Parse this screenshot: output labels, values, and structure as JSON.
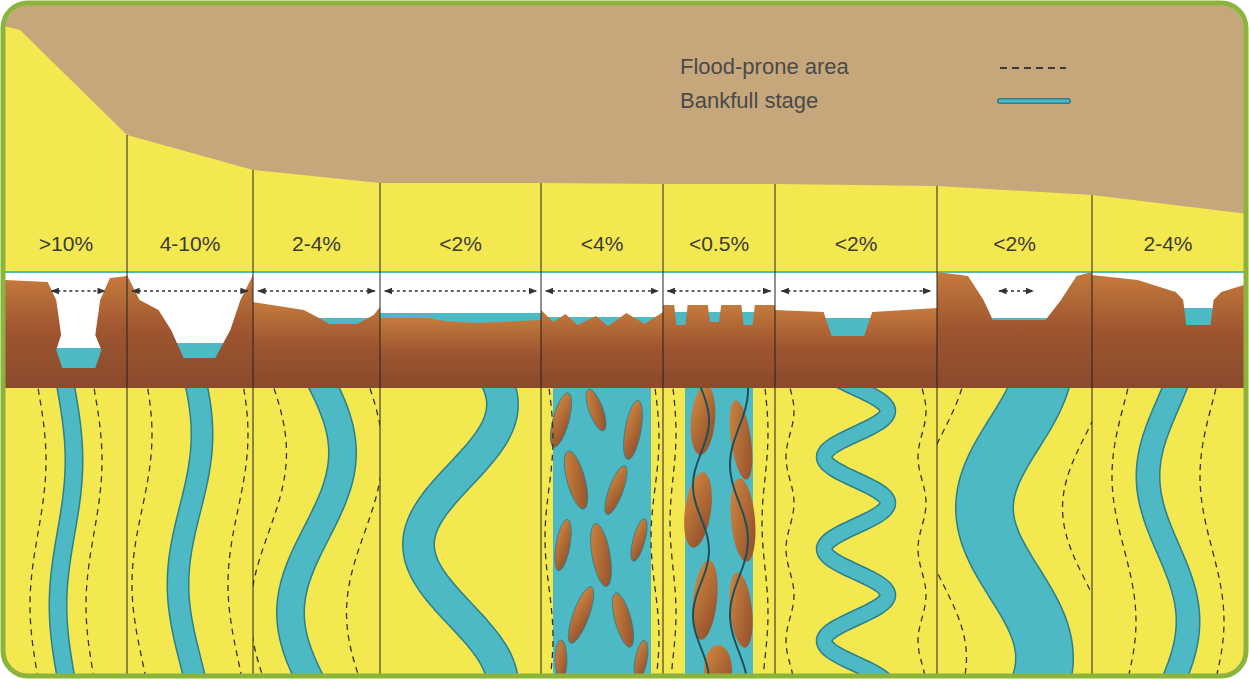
{
  "diagram": {
    "labels": [
      ">10%",
      "4-10%",
      "2-4%",
      "<2%",
      "<4%",
      "<0.5%",
      "<2%",
      "<2%",
      "2-4%"
    ],
    "legend": [
      {
        "text": "Flood-prone area"
      },
      {
        "text": "Bankfull stage"
      }
    ]
  }
}
